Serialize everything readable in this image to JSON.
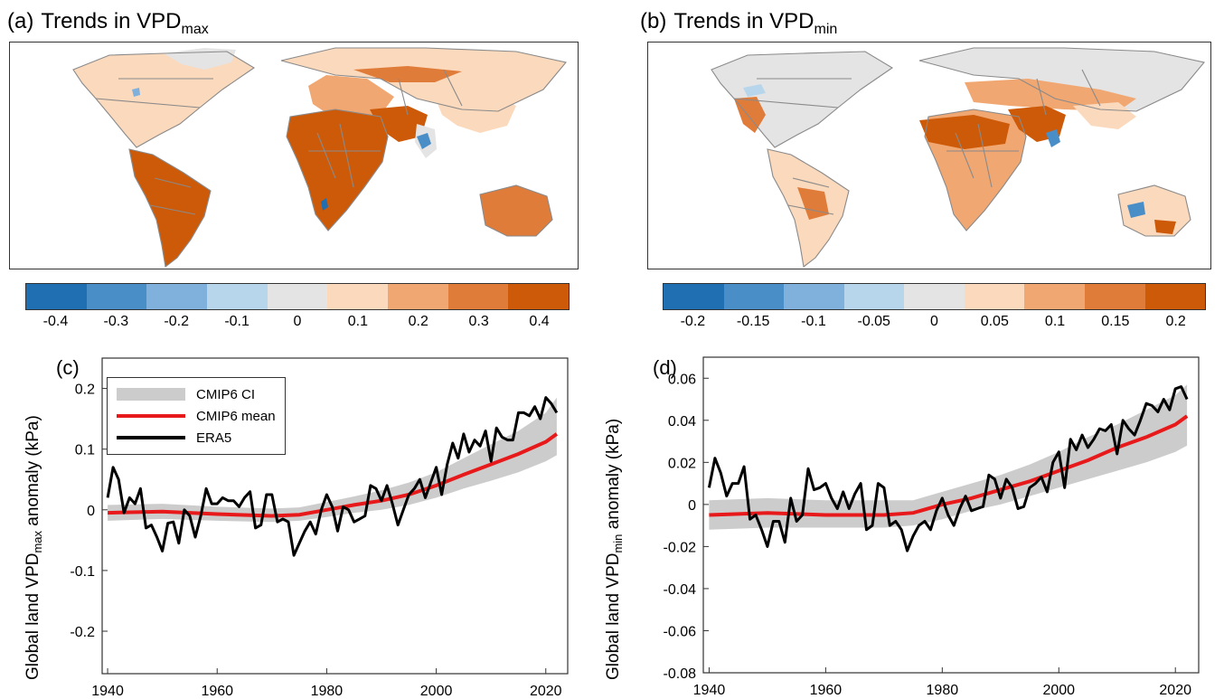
{
  "panel_a": {
    "label": "(a)",
    "title_main": "Trends in VPD",
    "title_sub": "max",
    "colorbar": {
      "colors": [
        "#1f6fb2",
        "#4a8ec8",
        "#7fb1dc",
        "#b7d6ec",
        "#e4e4e4",
        "#fbd9bc",
        "#f1a771",
        "#e07c3a",
        "#cd5a08"
      ],
      "ticks": [
        "-0.4",
        "-0.3",
        "-0.2",
        "-0.1",
        "0",
        "0.1",
        "0.2",
        "0.3",
        "0.4"
      ]
    }
  },
  "panel_b": {
    "label": "(b)",
    "title_main": "Trends in VPD",
    "title_sub": "min",
    "colorbar": {
      "colors": [
        "#1f6fb2",
        "#4a8ec8",
        "#7fb1dc",
        "#b7d6ec",
        "#e4e4e4",
        "#fbd9bc",
        "#f1a771",
        "#e07c3a",
        "#cd5a08"
      ],
      "ticks": [
        "-0.2",
        "-0.15",
        "-0.1",
        "-0.05",
        "0",
        "0.05",
        "0.1",
        "0.15",
        "0.2"
      ]
    }
  },
  "legend": {
    "ci": "CMIP6 CI",
    "mean": "CMIP6 mean",
    "era5": "ERA5"
  },
  "colors": {
    "ci_band": "#cccccc",
    "cmip_mean": "#e8191a",
    "era5": "#000000",
    "land_base": "#e0e0e0",
    "borders": "#8a8a8a"
  },
  "chart_data": [
    {
      "type": "line",
      "panel": "(c)",
      "ylabel_main": "Global land VPD",
      "ylabel_sub": "max",
      "ylabel_unit": " anomaly (kPa)",
      "xlim": [
        1939,
        2024
      ],
      "ylim": [
        -0.27,
        0.25
      ],
      "xticks": [
        1940,
        1960,
        1980,
        2000,
        2020
      ],
      "yticks": [
        0.2,
        0.1,
        0,
        -0.1,
        -0.2
      ],
      "ytick_labels": [
        "0.2",
        "0.1",
        "0",
        "-0.1",
        "-0.2"
      ],
      "series": [
        {
          "name": "ERA5",
          "x": [
            1940,
            1941,
            1942,
            1943,
            1944,
            1945,
            1946,
            1947,
            1948,
            1949,
            1950,
            1951,
            1952,
            1953,
            1954,
            1955,
            1956,
            1957,
            1958,
            1959,
            1960,
            1961,
            1962,
            1963,
            1964,
            1965,
            1966,
            1967,
            1968,
            1969,
            1970,
            1971,
            1972,
            1973,
            1974,
            1975,
            1976,
            1977,
            1978,
            1979,
            1980,
            1981,
            1982,
            1983,
            1984,
            1985,
            1986,
            1987,
            1988,
            1989,
            1990,
            1991,
            1992,
            1993,
            1994,
            1995,
            1996,
            1997,
            1998,
            1999,
            2000,
            2001,
            2002,
            2003,
            2004,
            2005,
            2006,
            2007,
            2008,
            2009,
            2010,
            2011,
            2012,
            2013,
            2014,
            2015,
            2016,
            2017,
            2018,
            2019,
            2020,
            2021,
            2022
          ],
          "y": [
            0.02,
            0.07,
            0.05,
            -0.005,
            0.02,
            0.01,
            0.035,
            -0.03,
            -0.025,
            -0.045,
            -0.068,
            -0.022,
            -0.02,
            -0.055,
            0.0,
            -0.01,
            -0.045,
            -0.01,
            0.035,
            0.01,
            0.01,
            0.02,
            0.015,
            0.015,
            0.005,
            0.02,
            0.03,
            -0.03,
            -0.025,
            0.025,
            0.025,
            -0.02,
            -0.015,
            -0.02,
            -0.075,
            -0.055,
            -0.035,
            -0.02,
            -0.04,
            0.0,
            0.025,
            0.005,
            -0.035,
            0.005,
            0.0,
            -0.02,
            -0.015,
            -0.01,
            0.04,
            0.035,
            0.015,
            0.04,
            0.01,
            -0.025,
            0.0,
            0.025,
            0.035,
            0.05,
            0.02,
            0.045,
            0.07,
            0.025,
            0.075,
            0.11,
            0.085,
            0.125,
            0.095,
            0.115,
            0.105,
            0.13,
            0.08,
            0.135,
            0.12,
            0.115,
            0.115,
            0.16,
            0.16,
            0.155,
            0.17,
            0.15,
            0.185,
            0.175,
            0.16
          ]
        },
        {
          "name": "CMIP6 mean",
          "x": [
            1940,
            1950,
            1960,
            1970,
            1975,
            1980,
            1985,
            1990,
            1995,
            2000,
            2005,
            2010,
            2015,
            2020,
            2022
          ],
          "y": [
            -0.005,
            -0.003,
            -0.007,
            -0.01,
            -0.008,
            0.0,
            0.008,
            0.015,
            0.025,
            0.04,
            0.058,
            0.075,
            0.092,
            0.112,
            0.125
          ]
        },
        {
          "name": "CMIP6 CI",
          "x": [
            1940,
            1950,
            1960,
            1970,
            1975,
            1980,
            1985,
            1990,
            1995,
            2000,
            2005,
            2010,
            2015,
            2020,
            2022
          ],
          "lower": [
            -0.018,
            -0.015,
            -0.018,
            -0.02,
            -0.018,
            -0.012,
            -0.005,
            0.0,
            0.008,
            0.02,
            0.035,
            0.048,
            0.062,
            0.08,
            0.09
          ],
          "upper": [
            0.008,
            0.01,
            0.005,
            0.002,
            0.004,
            0.013,
            0.022,
            0.032,
            0.045,
            0.062,
            0.085,
            0.108,
            0.13,
            0.16,
            0.185
          ]
        }
      ]
    },
    {
      "type": "line",
      "panel": "(d)",
      "ylabel_main": "Global land VPD",
      "ylabel_sub": "min",
      "ylabel_unit": " anomaly (kPa)",
      "xlim": [
        1939,
        2024
      ],
      "ylim": [
        -0.08,
        0.07
      ],
      "xticks": [
        1940,
        1960,
        1980,
        2000,
        2020
      ],
      "yticks": [
        0.06,
        0.04,
        0.02,
        0,
        -0.02,
        -0.04,
        -0.06,
        -0.08
      ],
      "ytick_labels": [
        "0.06",
        "0.04",
        "0.02",
        "0",
        "-0.02",
        "-0.04",
        "-0.06",
        "-0.08"
      ],
      "series": [
        {
          "name": "ERA5",
          "x": [
            1940,
            1941,
            1942,
            1943,
            1944,
            1945,
            1946,
            1947,
            1948,
            1949,
            1950,
            1951,
            1952,
            1953,
            1954,
            1955,
            1956,
            1957,
            1958,
            1959,
            1960,
            1961,
            1962,
            1963,
            1964,
            1965,
            1966,
            1967,
            1968,
            1969,
            1970,
            1971,
            1972,
            1973,
            1974,
            1975,
            1976,
            1977,
            1978,
            1979,
            1980,
            1981,
            1982,
            1983,
            1984,
            1985,
            1986,
            1987,
            1988,
            1989,
            1990,
            1991,
            1992,
            1993,
            1994,
            1995,
            1996,
            1997,
            1998,
            1999,
            2000,
            2001,
            2002,
            2003,
            2004,
            2005,
            2006,
            2007,
            2008,
            2009,
            2010,
            2011,
            2012,
            2013,
            2014,
            2015,
            2016,
            2017,
            2018,
            2019,
            2020,
            2021,
            2022
          ],
          "y": [
            0.008,
            0.022,
            0.015,
            0.004,
            0.01,
            0.01,
            0.018,
            -0.007,
            -0.005,
            -0.012,
            -0.02,
            -0.008,
            -0.008,
            -0.018,
            0.003,
            -0.008,
            -0.005,
            0.017,
            0.007,
            0.008,
            0.01,
            0.003,
            -0.002,
            0.006,
            -0.002,
            0.005,
            0.01,
            -0.012,
            -0.01,
            0.01,
            0.008,
            -0.01,
            -0.008,
            -0.012,
            -0.022,
            -0.015,
            -0.01,
            -0.008,
            -0.012,
            -0.003,
            0.003,
            -0.005,
            -0.01,
            -0.002,
            0.004,
            -0.003,
            -0.002,
            -0.001,
            0.014,
            0.012,
            0.003,
            0.012,
            0.008,
            -0.002,
            -0.001,
            0.008,
            0.01,
            0.013,
            0.006,
            0.02,
            0.025,
            0.008,
            0.031,
            0.026,
            0.033,
            0.027,
            0.031,
            0.036,
            0.035,
            0.038,
            0.024,
            0.04,
            0.036,
            0.033,
            0.04,
            0.048,
            0.047,
            0.044,
            0.05,
            0.045,
            0.055,
            0.056,
            0.05
          ]
        },
        {
          "name": "CMIP6 mean",
          "x": [
            1940,
            1950,
            1960,
            1970,
            1975,
            1980,
            1985,
            1990,
            1995,
            2000,
            2005,
            2010,
            2015,
            2020,
            2022
          ],
          "y": [
            -0.005,
            -0.004,
            -0.005,
            -0.005,
            -0.004,
            0.0,
            0.003,
            0.007,
            0.011,
            0.016,
            0.021,
            0.027,
            0.032,
            0.038,
            0.042
          ]
        },
        {
          "name": "CMIP6 CI",
          "x": [
            1940,
            1950,
            1960,
            1970,
            1975,
            1980,
            1985,
            1990,
            1995,
            2000,
            2005,
            2010,
            2015,
            2020,
            2022
          ],
          "lower": [
            -0.012,
            -0.011,
            -0.011,
            -0.011,
            -0.01,
            -0.007,
            -0.003,
            0.0,
            0.004,
            0.008,
            0.012,
            0.016,
            0.02,
            0.025,
            0.028
          ],
          "upper": [
            0.002,
            0.003,
            0.002,
            0.002,
            0.002,
            0.006,
            0.01,
            0.014,
            0.019,
            0.025,
            0.032,
            0.038,
            0.045,
            0.052,
            0.057
          ]
        }
      ]
    }
  ]
}
